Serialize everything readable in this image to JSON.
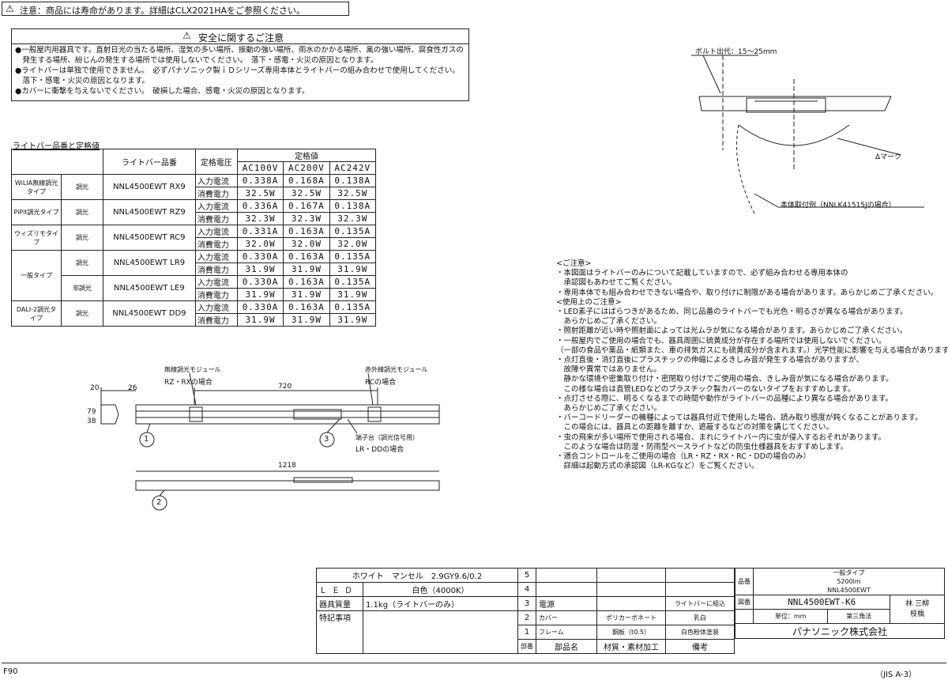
{
  "top_note": "注意：商品には寿命があります。詳細はCLX2021HAをご参照ください。",
  "safety": {
    "title": "安全に関するご注意",
    "lines": [
      "●一般屋内用器具です。直射日光の当たる場所、湿気の多い場所、振動の強い場所、雨水のかかる場所、風の強い場所、腐食性ガスの",
      "　発生する場所、紛じんの発生する場所では使用しないでください。　落下・感電・火災の原因となります。",
      "●ライトバーは単独で使用できません。　必ずパナソニック製ｉＤシリーズ専用本体とライトバーの組み合わせで使用してください。",
      "　落下・感電・火災の原因となります。",
      "●カバーに衝撃を与えないでください。　破損した場合、感電・火災の原因となります。"
    ]
  },
  "spec_table": {
    "caption": "ライトバー品番と定格値",
    "header_part": "ライトバー品番",
    "header_voltage": "定格電圧",
    "header_rating": "定格値",
    "voltages": [
      "AC100V",
      "AC200V",
      "AC242V"
    ],
    "label_current": "入力電流",
    "label_power": "消費電力",
    "rows": [
      {
        "type": "WiLIA無線調光タイプ",
        "dim": "調光",
        "part": "NNL4500EWT RX9",
        "current": [
          "0.338A",
          "0.168A",
          "0.138A"
        ],
        "power": [
          "32.5W",
          "32.5W",
          "32.5W"
        ]
      },
      {
        "type": "PiPit調光タイプ",
        "dim": "調光",
        "part": "NNL4500EWT RZ9",
        "current": [
          "0.336A",
          "0.167A",
          "0.138A"
        ],
        "power": [
          "32.3W",
          "32.3W",
          "32.3W"
        ]
      },
      {
        "type": "ウィズリモタイプ",
        "dim": "調光",
        "part": "NNL4500EWT RC9",
        "current": [
          "0.331A",
          "0.163A",
          "0.135A"
        ],
        "power": [
          "32.0W",
          "32.0W",
          "32.0W"
        ]
      },
      {
        "type": "一般タイプ",
        "dim": "調光",
        "part": "NNL4500EWT LR9",
        "current": [
          "0.330A",
          "0.163A",
          "0.135A"
        ],
        "power": [
          "31.9W",
          "31.9W",
          "31.9W"
        ]
      },
      {
        "type": "",
        "dim": "非調光",
        "part": "NNL4500EWT LE9",
        "current": [
          "0.330A",
          "0.163A",
          "0.135A"
        ],
        "power": [
          "31.9W",
          "31.9W",
          "31.9W"
        ]
      },
      {
        "type": "DALI-2調光タイプ",
        "dim": "調光",
        "part": "NNL4500EWT DD9",
        "current": [
          "0.330A",
          "0.163A",
          "0.135A"
        ],
        "power": [
          "31.9W",
          "31.9W",
          "31.9W"
        ]
      }
    ]
  },
  "section_labels": {
    "bolt": "ボルト出代：15～25mm",
    "delta_mark": "Δマーク",
    "body_example": "本体取付例（NNLK41515Jの場合）"
  },
  "notes": [
    "<ご注意>",
    "・本図面はライトバーのみについて記載していますので、必ず組み合わせる専用本体の",
    "　承認図もあわせてご覧ください。",
    "・専用本体でも組み合わせできない場合や、取り付けに制限がある場合があります。あらかじめご了承ください。",
    "<使用上のご注意>",
    "・LED素子にはばらつきがあるため、同じ品番のライトバーでも光色・明るさが異なる場合があります。",
    "　あらかじめご了承ください。",
    "・照射距離が近い時や照射面によっては光ムラが気になる場合があります。あらかじめご了承ください。",
    "・一般屋内でご使用の場合でも、器具周囲に硫黄成分が存在する場所では使用しないでください。",
    "（一部の食品や薬品・紙類また、車の排気ガスにも硫黄成分が含まれます。）光学性能に影響を与える場合があります。",
    "・点灯直後・消灯直後にプラスチックの伸縮によるきしみ音が発生する場合がありますが、",
    "　故障や異常ではありません。",
    "　静かな環境や密集取り付け・密閉取り付けでご使用の場合、きしみ音が気になる場合があります。",
    "　この様な場合は直管LEDなどのプラスチック製カバーのないタイプをおすすめします。",
    "・点灯させる際に、明るくなるまでの時間や動作がライトバーの品種により異なる場合があります。",
    "　あらかじめご了承ください。",
    "・バーコードリーダーの機種によっては器具付近で使用した場合、読み取り感度が鈍くなることがあります。",
    "　この場合には、器具との距離を離すか、遮蔽するなどの対策を講じてください。",
    "・虫の飛来が多い場所で使用される場合、まれにライトバー内に虫が侵入するおそれがあります。",
    "　このような場合は防湿・防雨型ベースライトなどの防虫仕様器具をおすすめします。",
    "・適合コントロールをご使用の場合（LR・RZ・RX・RC・DDの場合のみ）",
    "　詳細は起動方式の承認図（LR-KGなど）をご覧ください。"
  ],
  "drawing": {
    "label_wireless": "無線調光モジュール",
    "label_wireless_case": "RZ・RXの場合",
    "label_ir": "赤外線調光モジュール",
    "label_ir_case": "RCの場合",
    "label_terminal": "端子台（調光信号用）",
    "label_terminal_case": "LR・DDの場合",
    "dim_20": "20",
    "dim_26": "26",
    "dim_720": "720",
    "dim_1218": "1218",
    "dim_79": "79",
    "dim_38": "38",
    "callouts": [
      "1",
      "2",
      "3"
    ]
  },
  "title_block": {
    "finish": "ホワイト　マンセル　2.9GY9.6/0.2",
    "led_label": "ＬＥＤ",
    "led_value": "白色（4000K）",
    "mass_label": "器具質量",
    "mass_value": "1.1kg（ライトバーのみ）",
    "remarks_label": "特記事項",
    "part_nums": [
      "5",
      "4",
      "3",
      "2",
      "1"
    ],
    "part_names": [
      "",
      "",
      "電源",
      "カバー",
      "フレーム"
    ],
    "materials": [
      "",
      "",
      "",
      "ポリカーボネート",
      "鋼板（t0.5）"
    ],
    "notes_col": [
      "",
      "",
      "ライトバーに組込",
      "乳白",
      "白色粉体塗装"
    ],
    "header_no": "部番",
    "header_name": "部品名",
    "header_material": "材質・素材加工",
    "header_remark": "備考",
    "model_label": "品番",
    "model_line1": "一般タイプ",
    "model_line2": "5200lm",
    "model_line3": "NNL4500EWT",
    "drawing_no_label": "図番",
    "drawing_no": "NNL4500EWT-K6",
    "unit": "単位：mm",
    "projection": "第三角法",
    "sign1": "林",
    "sign2": "三柳",
    "sign3": "枝橋",
    "company": "パナソニック株式会社"
  },
  "footer_left": "F90",
  "footer_right": "（JIS A-3）"
}
